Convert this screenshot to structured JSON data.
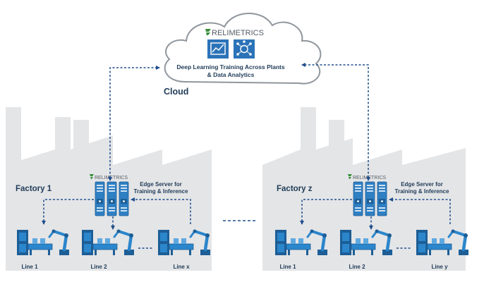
{
  "cloud": {
    "brand": "RELIMETRICS",
    "description_line1": "Deep Learning Training Across Plants",
    "description_line2": "& Data Analytics",
    "label": "Cloud",
    "icons": [
      "chart-line-icon",
      "neural-network-icon"
    ]
  },
  "factories": [
    {
      "name": "Factory 1",
      "brand": "RELIMETRICS",
      "server_line1": "Edge Server for",
      "server_line2": "Training & Inference",
      "lines": [
        "Line 1",
        "Line 2",
        "Line x"
      ]
    },
    {
      "name": "Factory z",
      "brand": "RELIMETRICS",
      "server_line1": "Edge Server for",
      "server_line2": "Training & Inference",
      "lines": [
        "Line 1",
        "Line 2",
        "Line y"
      ]
    }
  ],
  "colors": {
    "factory_fill": "#e4e5e7",
    "cloud_fill": "#ffffff",
    "cloud_stroke": "#8f969d",
    "server_blue": "#2f7fc3",
    "robot_blue": "#2b86cc",
    "arrow": "#1f4e8c",
    "brand_green": "#3a8f3a"
  }
}
